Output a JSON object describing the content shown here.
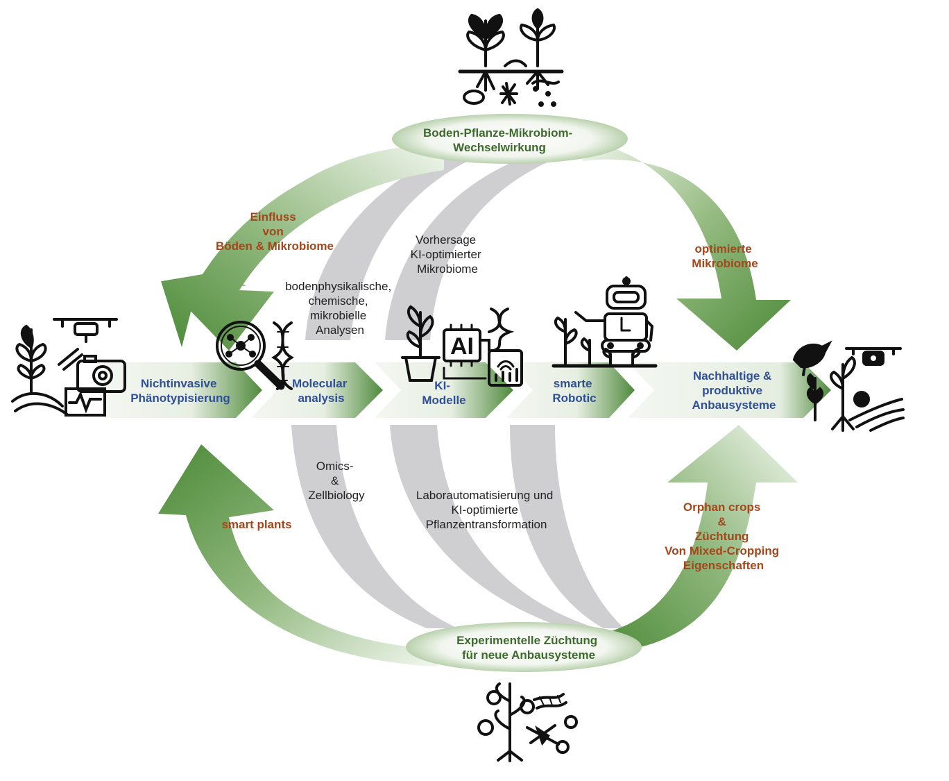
{
  "nodes": {
    "top": {
      "lines": [
        "Boden-Pflanze-Mikrobiom-",
        "Wechselwirkung"
      ]
    },
    "bottom": {
      "lines": [
        "Experimentelle Züchtung",
        "für neue Anbausysteme"
      ]
    }
  },
  "green_arrows": {
    "top_left": {
      "lines": [
        "Einfluss",
        "von",
        "Böden & Mikrobiome"
      ]
    },
    "top_right": {
      "lines": [
        "optimierte",
        "Mikrobiome"
      ]
    },
    "bottom_left": {
      "lines": [
        "smart plants"
      ]
    },
    "bottom_right": {
      "lines": [
        "Orphan crops",
        "&",
        "Züchtung",
        "Von Mixed-Cropping",
        "Eigenschaften"
      ]
    }
  },
  "grey_bands": {
    "upper_1": {
      "lines": [
        "bodenphysikalische,",
        "chemische,",
        "mikrobielle",
        "Analysen"
      ]
    },
    "upper_2": {
      "lines": [
        "Vorhersage",
        "KI-optimierter",
        "Mikrobiome"
      ]
    },
    "lower_1": {
      "lines": [
        "Omics-",
        "&",
        "Zellbiology"
      ]
    },
    "lower_2": {
      "lines": [
        "Laborautomatisierung und",
        "KI-optimierte",
        "Pflanzentransformation"
      ]
    }
  },
  "pipeline": [
    {
      "lines": [
        "Nichtinvasive",
        "Phänotypisierung"
      ]
    },
    {
      "lines": [
        "Molecular",
        "analysis"
      ]
    },
    {
      "lines": [
        "KI-",
        "Modelle"
      ]
    },
    {
      "lines": [
        "smarte",
        "Robotic"
      ]
    },
    {
      "lines": [
        "Nachhaltige &",
        "produktive",
        "Anbausysteme"
      ]
    }
  ],
  "icons": {
    "ai_chip": "AI",
    "names": [
      "plants-soil-microbes-icon",
      "phenotyping-icon",
      "magnifier-dna-icon",
      "ai-plant-icon",
      "robot-garden-icon",
      "farm-sustainable-icon",
      "breeding-icon"
    ]
  },
  "colors": {
    "green_dark": "#4f8a3c",
    "green_light": "#eef4ea",
    "grey_band": "#cfcfd1",
    "label_brown": "#a5471b",
    "label_blue": "#2f4f96",
    "label_green": "#3c6b2b"
  }
}
